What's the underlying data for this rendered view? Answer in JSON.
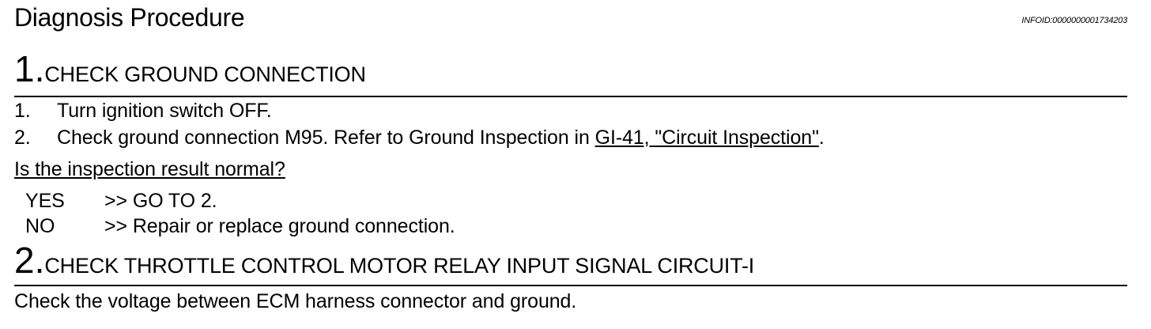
{
  "page_title": "Diagnosis Procedure",
  "info_id": "INFOID:0000000001734203",
  "step1": {
    "number": "1.",
    "title": "CHECK GROUND CONNECTION",
    "items": [
      {
        "num": "1.",
        "text": "Turn ignition switch OFF."
      },
      {
        "num": "2.",
        "text_before": "Check ground connection M95. Refer to Ground Inspection in ",
        "link": "GI-41, \"Circuit Inspection\"",
        "text_after": "."
      }
    ],
    "question": "Is the inspection result normal?",
    "answers": [
      {
        "key": "YES",
        "text": ">> GO TO 2."
      },
      {
        "key": "NO",
        "text": ">> Repair or replace ground connection."
      }
    ]
  },
  "step2": {
    "number": "2.",
    "title": "CHECK THROTTLE CONTROL MOTOR RELAY INPUT SIGNAL CIRCUIT-I",
    "body": "Check the voltage between ECM harness connector and ground."
  }
}
